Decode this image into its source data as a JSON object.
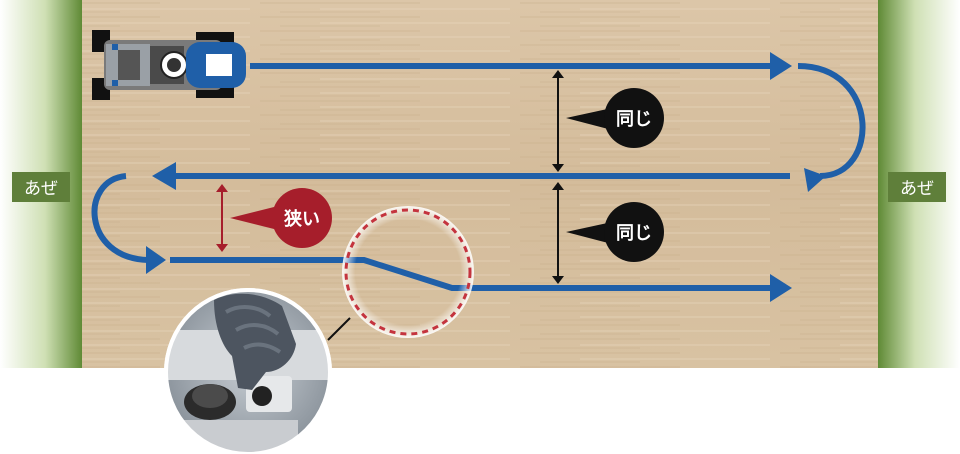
{
  "labels": {
    "left_ridge": "あぜ",
    "right_ridge": "あぜ",
    "same_upper": "同じ",
    "same_lower": "同じ",
    "narrow": "狭い"
  },
  "colors": {
    "field_wood": "#d9c2a3",
    "ridge_green": "#7fa34d",
    "path_blue": "#1f5fa8",
    "black_badge": "#111111",
    "red_badge": "#a61e2b",
    "zoom_circle": "#c4343e"
  },
  "icons": {
    "tractor": "tractor-icon",
    "gloved_hand": "gloved-hand-joystick-icon"
  }
}
